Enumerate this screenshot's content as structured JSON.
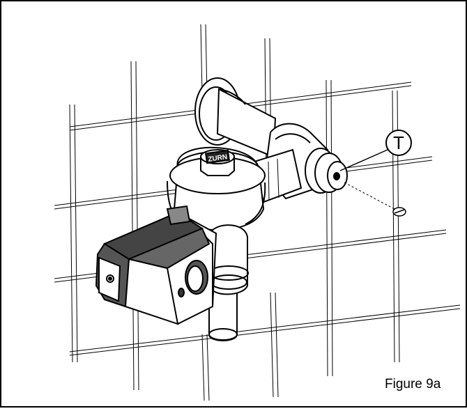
{
  "figure": {
    "caption": "Figure 9a",
    "callout_letter": "T",
    "brand_label": "ZURN",
    "line_color": "#000000",
    "background": "#ffffff",
    "components": [
      "wall-tile-grid",
      "flush-valve-body",
      "supply-elbow",
      "control-stop",
      "sensor-module",
      "flush-tube",
      "slotted-screw"
    ]
  }
}
